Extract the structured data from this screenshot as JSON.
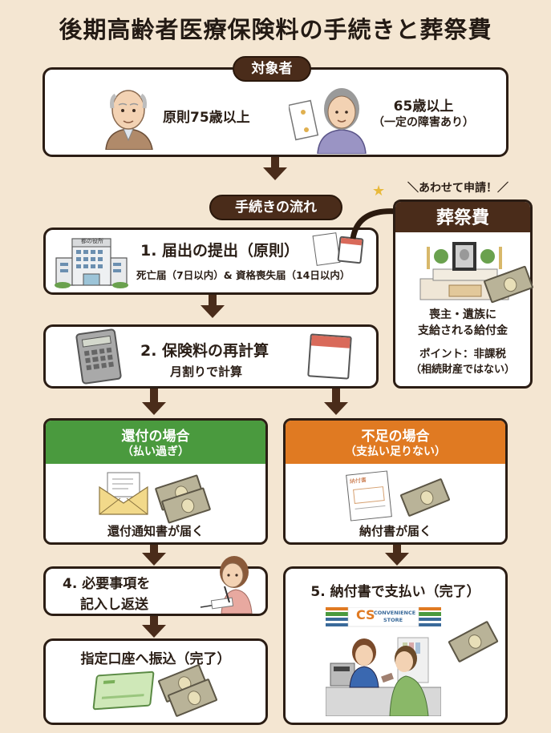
{
  "title": "後期高齢者医療保険料の手続きと葬祭費",
  "target_section": {
    "label": "対象者",
    "left_text": "原則75歳以上",
    "right_text_line1": "65歳以上",
    "right_text_line2": "（一定の障害あり）"
  },
  "flow_section": {
    "label": "手続きの流れ"
  },
  "step1": {
    "title": "1. 届出の提出（原則）",
    "detail": "死亡届（7日以内）& 資格喪失届（14日以内）",
    "building_sign": "都の役所"
  },
  "step2": {
    "title": "2. 保険料の再計算",
    "detail": "月割りで計算"
  },
  "funeral": {
    "callout": "＼あわせて申請！／",
    "title": "葬祭費",
    "desc_line1": "喪主・遺族に",
    "desc_line2": "支給される給付金",
    "point_line1": "ポイント：非課税",
    "point_line2": "（相続財産ではない）"
  },
  "refund": {
    "header_line1": "還付の場合",
    "header_line2": "（払い過ぎ）",
    "caption": "還付通知書が届く",
    "color": "#4a9a3e"
  },
  "shortfall": {
    "header_line1": "不足の場合",
    "header_line2": "（支払い足りない）",
    "caption": "納付書が届く",
    "slip_label": "納付書",
    "color": "#e07a22"
  },
  "step4": {
    "title_line1": "4. 必要事項を",
    "title_line2": "記入し返送"
  },
  "step_transfer": {
    "title": "指定口座へ振込（完了）"
  },
  "step5": {
    "title": "5. 納付書で支払い（完了）",
    "store_logo": "CS",
    "store_name_line1": "CONVENIENCE",
    "store_name_line2": "STORE"
  }
}
